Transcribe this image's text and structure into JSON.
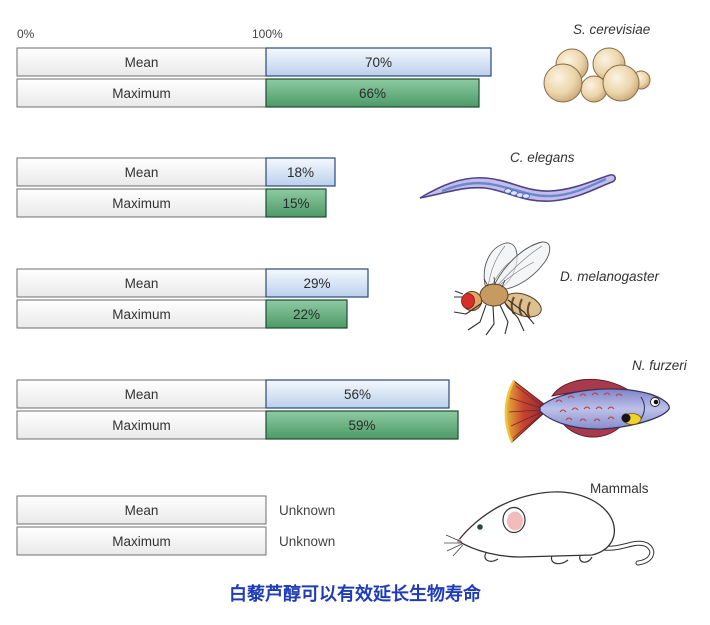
{
  "chart_data": {
    "type": "bar",
    "horizontal": true,
    "stacked": true,
    "axis": {
      "tick_values": [
        0,
        100
      ],
      "tick_labels": [
        "0%",
        "100%"
      ]
    },
    "baseline_value": 100,
    "groups": [
      {
        "organism": "S. cerevisiae",
        "icon": "yeast-cells",
        "bars": [
          {
            "name": "Mean",
            "value": 70,
            "label": "70%"
          },
          {
            "name": "Maximum",
            "value": 66,
            "label": "66%"
          }
        ]
      },
      {
        "organism": "C. elegans",
        "icon": "worm",
        "bars": [
          {
            "name": "Mean",
            "value": 18,
            "label": "18%"
          },
          {
            "name": "Maximum",
            "value": 15,
            "label": "15%"
          }
        ]
      },
      {
        "organism": "D. melanogaster",
        "icon": "fruit-fly",
        "bars": [
          {
            "name": "Mean",
            "value": 29,
            "label": "29%"
          },
          {
            "name": "Maximum",
            "value": 22,
            "label": "22%"
          }
        ]
      },
      {
        "organism": "N. furzeri",
        "icon": "killifish",
        "bars": [
          {
            "name": "Mean",
            "value": 56,
            "label": "56%"
          },
          {
            "name": "Maximum",
            "value": 59,
            "label": "59%"
          }
        ]
      },
      {
        "organism": "Mammals",
        "icon": "mouse",
        "bars": [
          {
            "name": "Mean",
            "value": null,
            "label": "Unknown"
          },
          {
            "name": "Maximum",
            "value": null,
            "label": "Unknown"
          }
        ]
      }
    ],
    "caption": "白藜芦醇可以有效延长生物寿命",
    "grid": false,
    "legend": false
  },
  "colors": {
    "mean_bar": "#bbd0ec",
    "maximum_bar": "#4c9a66",
    "caption_text": "#1f3cb8"
  }
}
